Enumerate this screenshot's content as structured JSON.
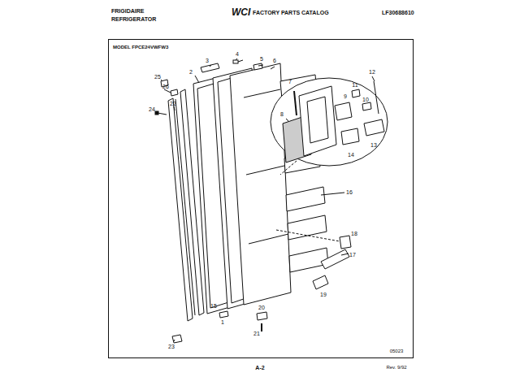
{
  "diagram": {
    "labels": [
      "FRIGIDAIRE",
      "REFRIGERATOR",
      "WCI",
      "FACTORY PARTS CATALOG",
      "LF30688610",
      "MODEL FPCE24VWFW3",
      "1",
      "2",
      "3",
      "4",
      "5",
      "6",
      "7",
      "8",
      "9",
      "10",
      "11",
      "12",
      "13",
      "14",
      "15",
      "16",
      "17",
      "18",
      "19",
      "20",
      "21",
      "22",
      "23",
      "24",
      "25",
      "26",
      "05023",
      "A-2",
      "Rev. 9/92"
    ]
  }
}
